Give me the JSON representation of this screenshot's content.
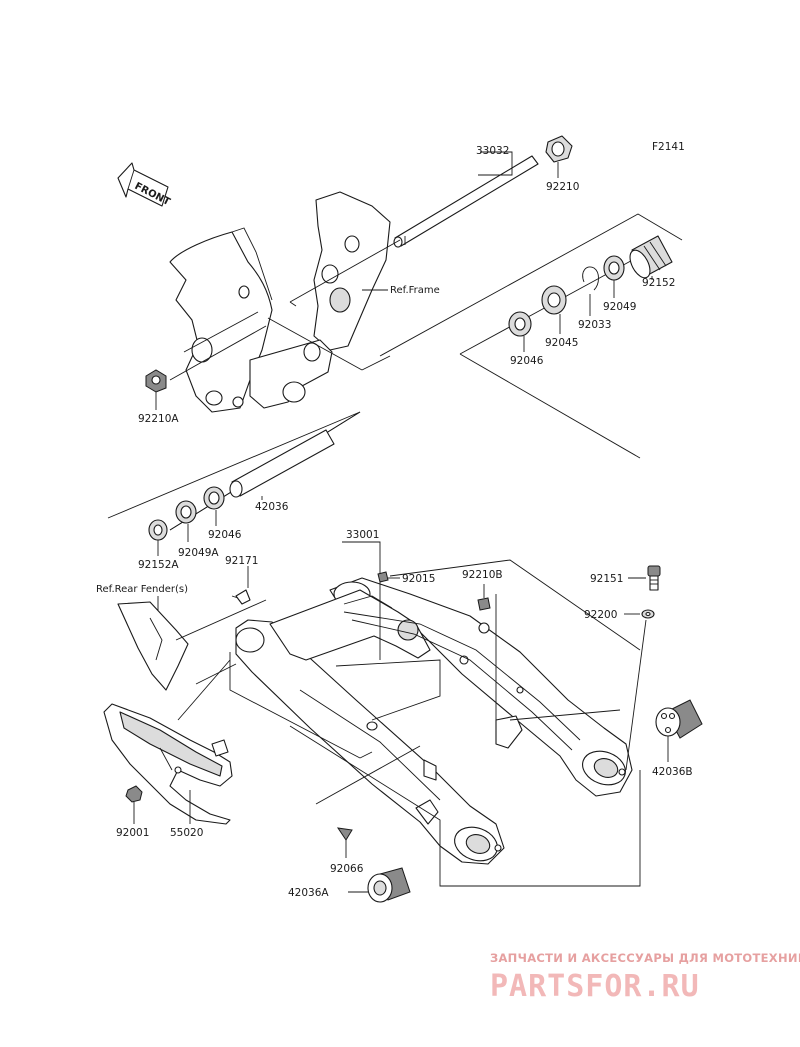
{
  "diagram": {
    "code": "F2141",
    "front_label": "FRONT",
    "refs": {
      "frame": "Ref.Frame",
      "rear_fender": "Ref.Rear Fender(s)"
    },
    "parts": {
      "p33032": "33032",
      "p92210": "92210",
      "p92152": "92152",
      "p92049": "92049",
      "p92033": "92033",
      "p92045": "92045",
      "p92046_top": "92046",
      "p92210A": "92210A",
      "p42036": "42036",
      "p92046_mid": "92046",
      "p92049A": "92049A",
      "p92152A": "92152A",
      "p33001": "33001",
      "p92171": "92171",
      "p92015": "92015",
      "p92210B": "92210B",
      "p92151": "92151",
      "p92200": "92200",
      "p42036B": "42036B",
      "p92001": "92001",
      "p55020": "55020",
      "p92066": "92066",
      "p42036A": "42036A"
    }
  },
  "watermark": {
    "tagline": "ЗАПЧАСТИ И АКСЕССУАРЫ ДЛЯ МОТОТЕХНИКИ",
    "brand": "PARTSFOR.RU",
    "color": "#f2b8b8"
  }
}
